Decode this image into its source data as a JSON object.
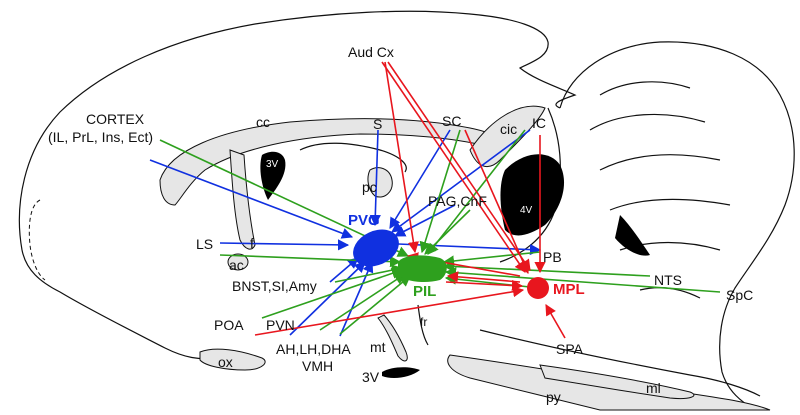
{
  "colors": {
    "blue": "#1030e0",
    "green": "#2ea01e",
    "red": "#e8161e",
    "outline": "#111111",
    "gray_fill": "#e6e6e6"
  },
  "nuclei": {
    "pvg": "PVG",
    "pil": "PIL",
    "mpl": "MPL"
  },
  "labels": {
    "aud_cx": "Aud Cx",
    "cortex": "CORTEX",
    "cortex_sub": "(IL, PrL, Ins, Ect)",
    "s": "S",
    "sc": "SC",
    "ic": "IC",
    "cic": "cic",
    "cc": "cc",
    "v3_top": "3V",
    "pc": "pc",
    "pag": "PAG,CnF",
    "v4": "4V",
    "ls": "LS",
    "f": "f",
    "ac": "ac",
    "pb": "PB",
    "bnst": "BNST,SI,Amy",
    "nts": "NTS",
    "spc": "SpC",
    "poa": "POA",
    "pvn": "PVN",
    "fr": "fr",
    "ah": "AH,LH,DHA",
    "vmh": "VMH",
    "mt": "mt",
    "spa": "SPA",
    "ox": "ox",
    "v3_bottom": "3V",
    "ml": "ml",
    "py": "py"
  }
}
